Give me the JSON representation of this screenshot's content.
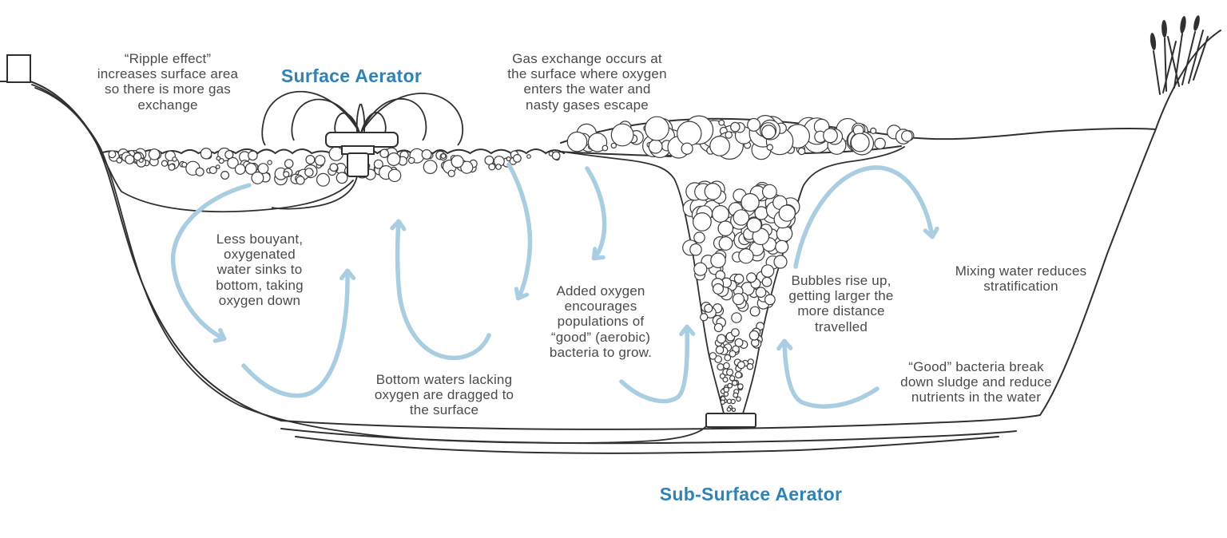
{
  "diagram": {
    "surface_aerator_title": "Surface Aerator",
    "subsurface_aerator_title": "Sub-Surface Aerator",
    "annotations": {
      "ripple_effect": "“Ripple effect”\nincreases surface area\nso there is more gas\nexchange",
      "gas_exchange": "Gas exchange occurs at\nthe surface where oxygen\nenters the water and\nnasty gases escape",
      "less_buoyant": "Less bouyant,\noxygenated\nwater sinks to\nbottom, taking\noxygen down",
      "added_oxygen": "Added oxygen\nencourages\npopulations of\n“good” (aerobic)\nbacteria to grow.",
      "bottom_waters": "Bottom waters lacking\noxygen are dragged to\nthe surface",
      "bubbles_rise": "Bubbles rise up,\ngetting larger the\nmore distance\ntravelled",
      "mixing_water": "Mixing water reduces\nstratification",
      "good_bacteria": "“Good” bacteria break\ndown sludge and reduce\nnutrients in the water"
    },
    "colors": {
      "title_blue": "#2e82b5",
      "arrow_blue": "#a9cde1",
      "line_ink": "#303030",
      "text_gray": "#4a4a4a",
      "cattail_black": "#111111"
    }
  }
}
